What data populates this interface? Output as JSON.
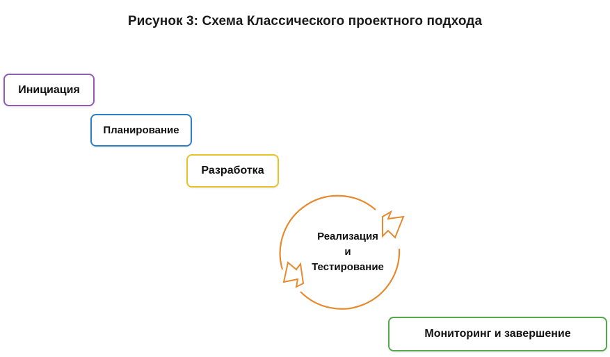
{
  "title": "Рисунок 3: Схема Классического проектного подхода",
  "stages": [
    {
      "label": "Инициация",
      "color": "#8e5bb5"
    },
    {
      "label": "Планирование",
      "color": "#2b7fc4"
    },
    {
      "label": "Разработка",
      "color": "#e6c229"
    },
    {
      "label": "Мониторинг и завершение",
      "color": "#52a84a"
    }
  ],
  "cycle": {
    "line1": "Реализация",
    "line2": "и",
    "line3": "Тестирование",
    "color": "#e58a2e"
  }
}
